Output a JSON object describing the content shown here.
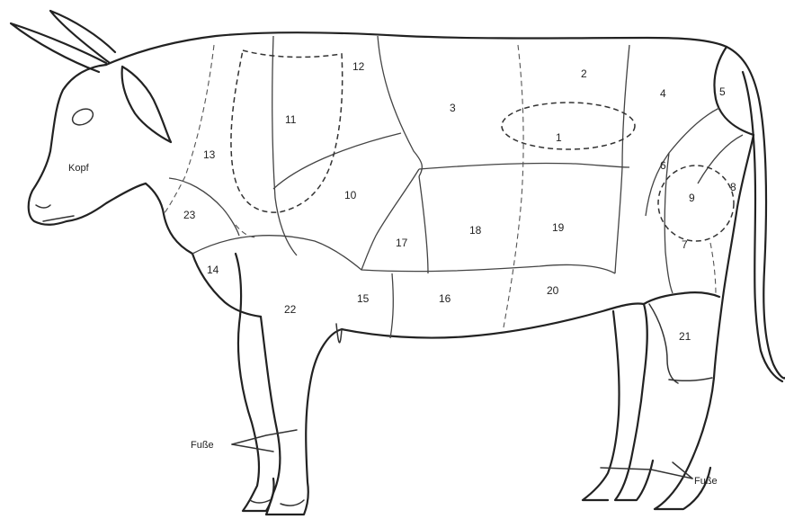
{
  "head_label": "Kopf",
  "feet_label": "Fuße",
  "cuts": [
    {
      "id": "1",
      "label": "1"
    },
    {
      "id": "2",
      "label": "2"
    },
    {
      "id": "3",
      "label": "3"
    },
    {
      "id": "4",
      "label": "4"
    },
    {
      "id": "5",
      "label": "5"
    },
    {
      "id": "6",
      "label": "6"
    },
    {
      "id": "7",
      "label": "7"
    },
    {
      "id": "8",
      "label": "8"
    },
    {
      "id": "9",
      "label": "9"
    },
    {
      "id": "10",
      "label": "10"
    },
    {
      "id": "11",
      "label": "11"
    },
    {
      "id": "12",
      "label": "12"
    },
    {
      "id": "13",
      "label": "13"
    },
    {
      "id": "14",
      "label": "14"
    },
    {
      "id": "15",
      "label": "15"
    },
    {
      "id": "16",
      "label": "16"
    },
    {
      "id": "17",
      "label": "17"
    },
    {
      "id": "18",
      "label": "18"
    },
    {
      "id": "19",
      "label": "19"
    },
    {
      "id": "20",
      "label": "20"
    },
    {
      "id": "21",
      "label": "21"
    },
    {
      "id": "22",
      "label": "22"
    },
    {
      "id": "23",
      "label": "23"
    }
  ]
}
